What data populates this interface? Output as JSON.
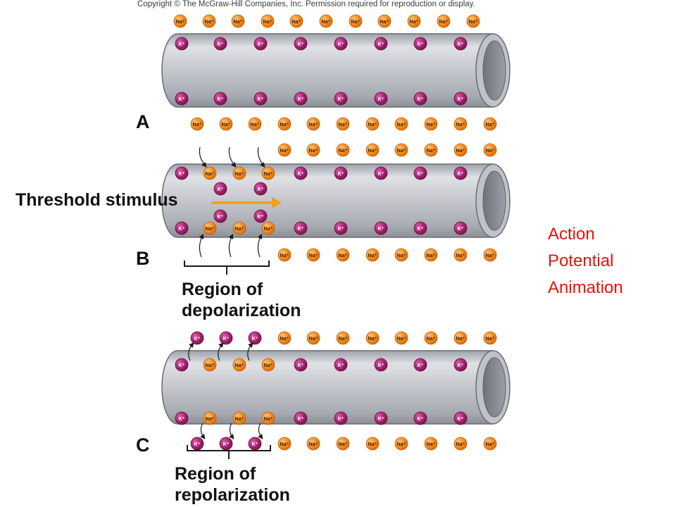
{
  "copyright": "Copyright © The McGraw-Hill Companies, Inc. Permission required for reproduction or display.",
  "side_title": [
    "Action",
    "Potential",
    "Animation"
  ],
  "panel_labels": [
    "A",
    "B",
    "C"
  ],
  "stimulus_label": "Threshold stimulus",
  "region_labels": {
    "depolarization": [
      "Region of",
      "depolarization"
    ],
    "repolarization": [
      "Region of",
      "repolarization"
    ]
  },
  "ion_labels": {
    "sodium": "Na⁺",
    "potassium": "K⁺"
  },
  "colors": {
    "sodium": "#f28a1c",
    "potassium": "#a8226e",
    "axon": "#c4c6cc",
    "stimulus_arrow": "#f4a01c",
    "side_title": "#e8110a"
  }
}
